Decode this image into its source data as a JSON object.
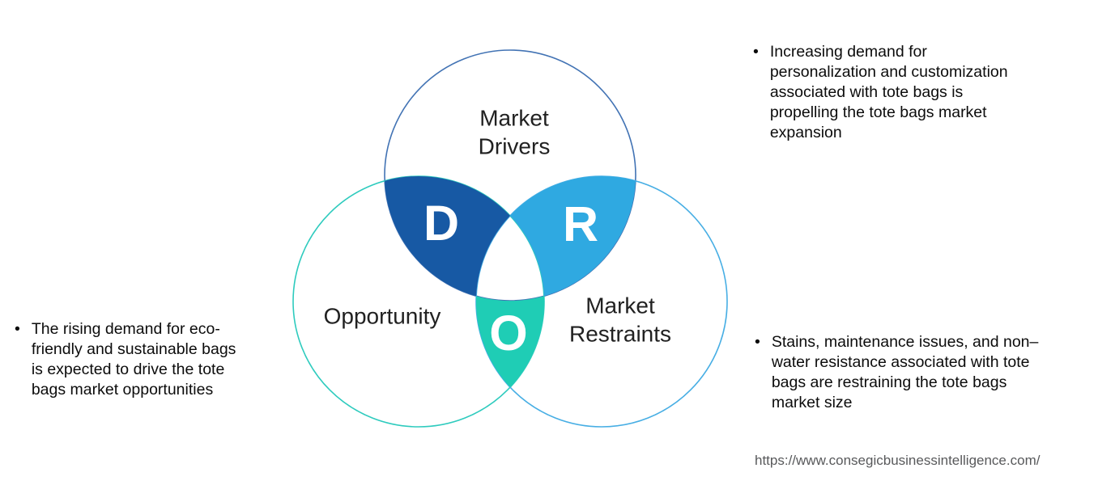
{
  "background": "#FFFFFF",
  "diagram": {
    "label_color": "#212121",
    "letter_color": "#FFFFFF",
    "top_circle": {
      "label_line1": "Market",
      "label_line2": "Drivers",
      "stroke": "#4273B4"
    },
    "left_circle": {
      "label": "Opportunity",
      "stroke": "#2ECBBE"
    },
    "right_circle": {
      "label_line1": "Market",
      "label_line2": "Restraints",
      "stroke": "#47AEE4"
    },
    "lens_d": {
      "letter": "D",
      "fill": "#1759A4"
    },
    "lens_r": {
      "letter": "R",
      "fill": "#2FA9E1"
    },
    "lens_o": {
      "letter": "O",
      "fill": "#1FCDB5"
    }
  },
  "notes": {
    "drivers": {
      "marker": "•",
      "lines": [
        "Increasing demand for",
        "personalization and customization",
        "associated with tote bags is",
        "propelling the tote bags market",
        "expansion"
      ]
    },
    "opportunity": {
      "marker": "•",
      "lines": [
        "The rising demand for eco-",
        "friendly and sustainable bags",
        "is expected to drive the tote",
        "bags market opportunities"
      ]
    },
    "restraints": {
      "marker": "•",
      "lines": [
        "Stains, maintenance issues, and non–",
        "water resistance associated with tote",
        "bags are restraining the tote bags",
        "market size"
      ]
    }
  },
  "footer": {
    "url": "https://www.consegicbusinessintelligence.com/"
  }
}
